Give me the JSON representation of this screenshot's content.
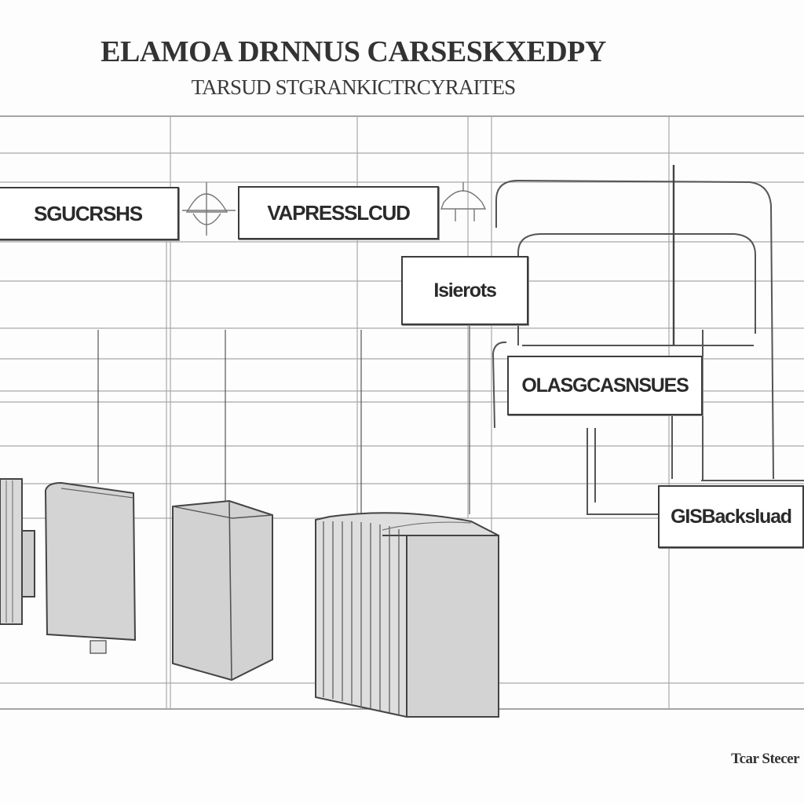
{
  "header": {
    "title": "ELAMOA DRNNUS CARSESKXEDPY",
    "subtitle": "TARSUD STGRANKICTRCYRAITES"
  },
  "boxes": {
    "sgucrshs": "SGUCRSHS",
    "vapresslcud": "VAPRESSLCUD",
    "isierots": "Isierots",
    "olasgcasnsues": "OLASGCASNSUES",
    "gisbacksluad": "GISBacksluad"
  },
  "footer": {
    "note": "Tcar Stecer"
  }
}
